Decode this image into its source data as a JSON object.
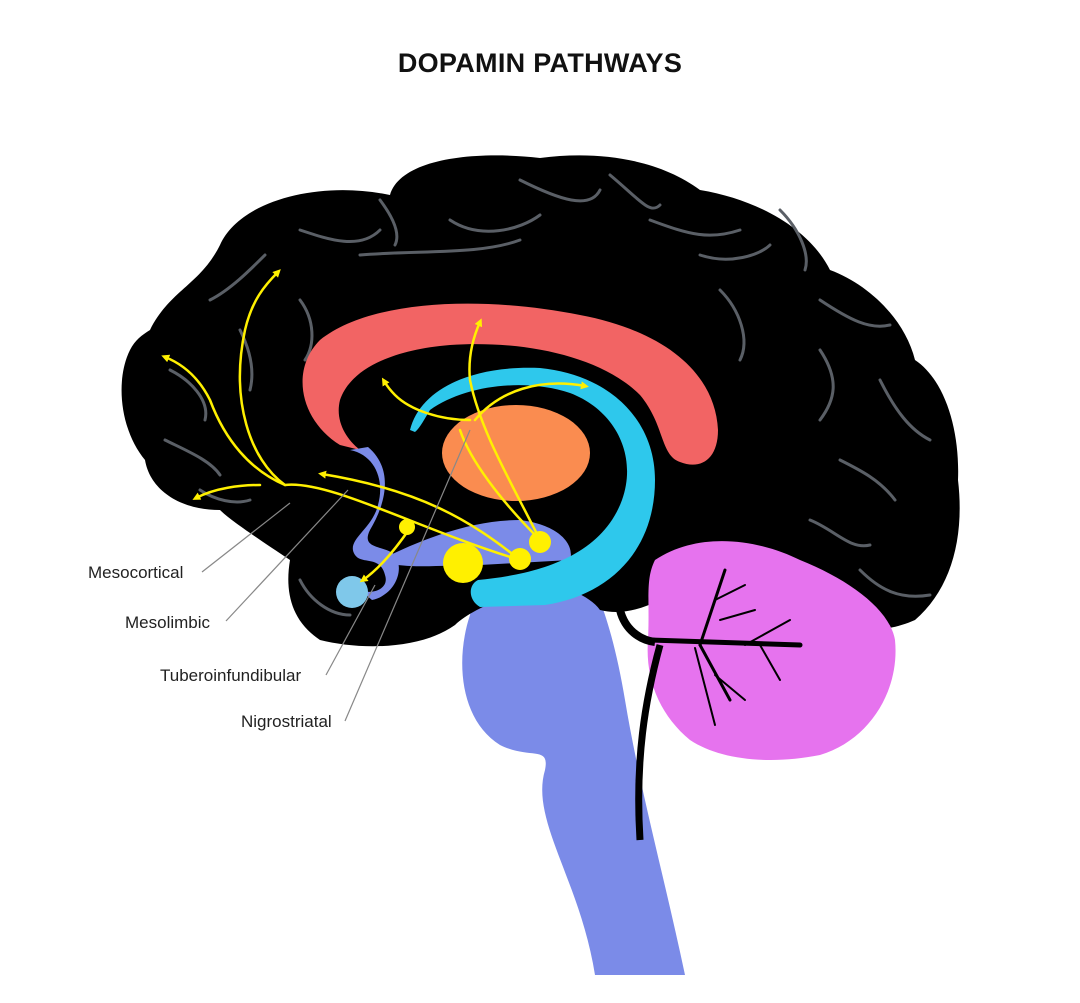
{
  "title": "DOPAMIN PATHWAYS",
  "labels": {
    "mesocortical": "Mesocortical",
    "mesolimbic": "Mesolimbic",
    "tuberoinfundibular": "Tuberoinfundibular",
    "nigrostriatal": "Nigrostriatal"
  },
  "colors": {
    "background": "#ffffff",
    "cortex": "#000000",
    "sulci": "#5a5f66",
    "corpus_callosum": "#f26464",
    "fornix": "#2ec8ec",
    "thalamus": "#fa8c50",
    "brainstem": "#7b8be8",
    "cerebellum": "#e673ee",
    "pathway": "#fff000",
    "pituitary": "#7fc8ea",
    "leader_line": "#888888"
  }
}
